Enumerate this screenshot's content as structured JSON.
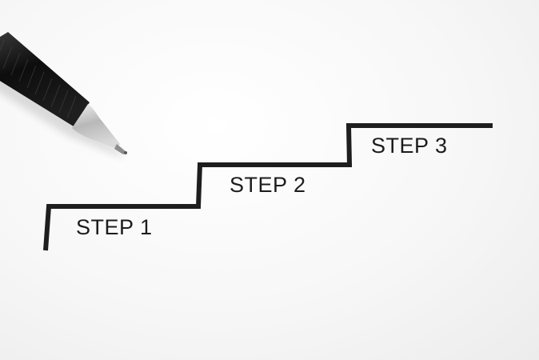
{
  "scene": {
    "description": "Photo of a black pen on white paper with a hand-drawn staircase diagram",
    "colors": {
      "paper": "#f8f8f8",
      "line": "#1e1e1e",
      "pen_body": "#141414",
      "pen_tip": "#c8c8c8"
    }
  },
  "steps": [
    {
      "label": "STEP 1"
    },
    {
      "label": "STEP 2"
    },
    {
      "label": "STEP 3"
    }
  ]
}
